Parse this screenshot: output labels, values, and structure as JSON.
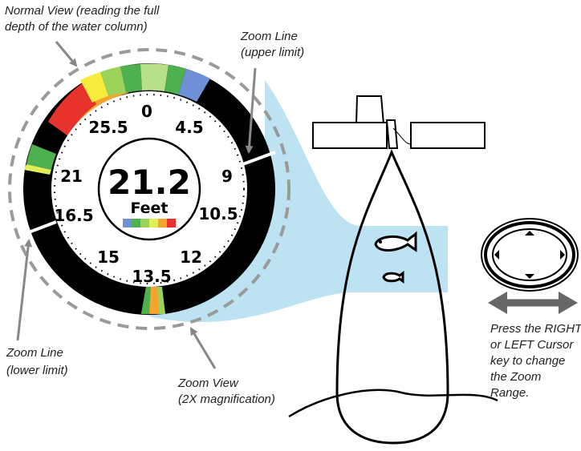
{
  "labels": {
    "normal_view_1": "Normal View (reading the full",
    "normal_view_2": "depth of the water column)",
    "zoom_upper_1": "Zoom Line",
    "zoom_upper_2": "(upper limit)",
    "zoom_lower_1": "Zoom Line",
    "zoom_lower_2": "(lower limit)",
    "zoom_view_1": "Zoom View",
    "zoom_view_2": "(2X magnification)",
    "press_1": "Press the RIGHT",
    "press_2": "or LEFT Cursor",
    "press_3": "key to change",
    "press_4": "the Zoom",
    "press_5": "Range."
  },
  "dial": {
    "depth_value": "21.2",
    "depth_unit": "Feet",
    "scale": [
      "0",
      "4.5",
      "9",
      "10.5",
      "12",
      "13.5",
      "15",
      "16.5",
      "21",
      "25.5"
    ]
  },
  "color_scale": [
    "#6f8fd6",
    "#4fb04f",
    "#9bd35a",
    "#e0ee5a",
    "#f8a32f",
    "#e8322c"
  ],
  "colors": {
    "water_highlight": "#bde3f2",
    "ring": "#000000",
    "dashed_circle": "#999999",
    "arrow": "#666666"
  }
}
